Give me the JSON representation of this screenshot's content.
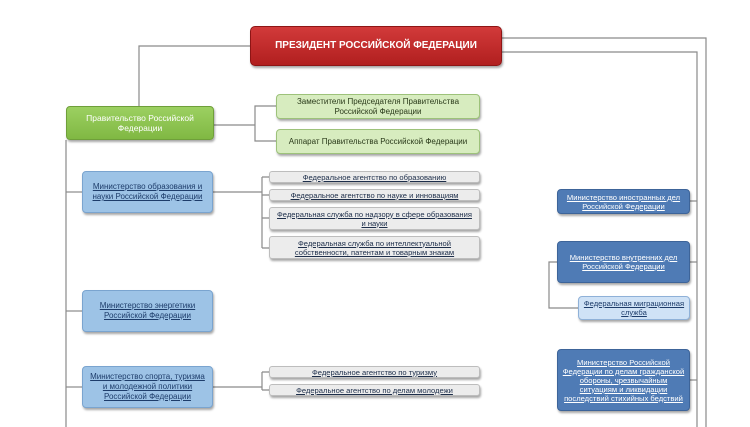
{
  "president": "ПРЕЗИДЕНТ РОССИЙСКОЙ ФЕДЕРАЦИИ",
  "government": "Правительство Российской Федерации",
  "government_units": [
    "Заместители Председателя Правительства Российской Федерации",
    "Аппарат Правительства Российской Федерации"
  ],
  "education": {
    "ministry": "Министерство образования и науки Российской Федерации",
    "agencies": [
      "Федеральное агентство по образованию",
      "Федеральное агентство по науке и инновациям",
      "Федеральная служба по надзору в сфере образования и науки",
      "Федеральная служба по интеллектуальной собственности, патентам и товарным знакам"
    ]
  },
  "energy": {
    "ministry": "Министерство энергетики Российской Федерации"
  },
  "sport": {
    "ministry": "Министерство спорта, туризма и молодежной политики Российской Федерации",
    "agencies": [
      "Федеральное агентство по туризму",
      "Федеральное агентство по делам молодежи"
    ]
  },
  "foreign": {
    "ministry": "Министерство иностранных дел Российской Федерации"
  },
  "interior": {
    "ministry": "Министерство внутренних дел Российской Федерации",
    "services": [
      "Федеральная миграционная служба"
    ]
  },
  "emergency": {
    "ministry": "Министерство Российской Федерации по делам гражданской обороны, чрезвычайным ситуациям и ликвидации последствий стихийных бедствий"
  },
  "colors": {
    "president": "#c12a2a",
    "government": "#8cc152",
    "government_units": "#d7ecbf",
    "ministry_light": "#9dc3e6",
    "ministry_dark": "#4f7bb5",
    "agency": "#ececec",
    "connector": "#8a8a8a"
  }
}
